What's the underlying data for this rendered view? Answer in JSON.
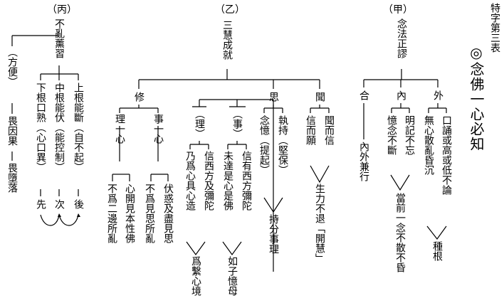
{
  "header": {
    "table_label": "特字第三表",
    "title": "◎念佛一心必知"
  },
  "jia": {
    "label": "（甲）",
    "root": "念法正謬",
    "outer": "外",
    "outer_a": "口誦或高或低不論",
    "outer_b": "無心散亂昏沉",
    "outer_result": "種根",
    "inner": "內",
    "inner_a": "明記不忘",
    "inner_b": "憶念不斷",
    "inner_result": "當前一念不散不昏",
    "combined": "合",
    "combined_desc": "內外兼行"
  },
  "yi": {
    "label": "（乙）",
    "root": "三慧成就",
    "wen": "聞",
    "wen_a": "聞而信",
    "wen_b": "信而願",
    "wen_result": "生力不退「開慧」",
    "si": "思",
    "si_a": "執持（堅保）",
    "si_b": "念憶（提起）",
    "si_result": "持分事理",
    "xiu": "修",
    "shi_label": "（事）",
    "shi_a": "信有西方彌陀",
    "shi_b": "未達是心是佛",
    "shi_result": "如子憶母",
    "li_label": "（理）",
    "li_a": "信西方及彌陀",
    "li_b": "乃爲心具心造",
    "li_result": "爲繫心境",
    "shi_yixin": "事一心",
    "shi_yixin_a": "伏惑及盡見思",
    "shi_yixin_b": "不爲見思所亂",
    "li_yixin": "理一心",
    "li_yixin_a": "心開見本性佛",
    "li_yixin_b": "不爲二邊所亂"
  },
  "bing": {
    "label": "（丙）",
    "root": "不亂薰習",
    "upper": "上根能斷（自不起）",
    "upper_result": "後",
    "middle": "中根能伏（能控制）",
    "middle_result": "次",
    "lower": "下根口熟（心口異）",
    "lower_result": "先",
    "fangbian": "（方便）",
    "yinguo": "畏因果",
    "duoluo": "畏墮落"
  }
}
